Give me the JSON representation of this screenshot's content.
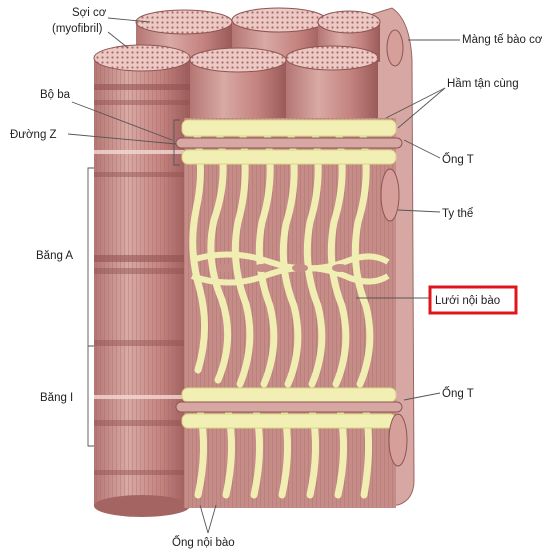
{
  "labels": {
    "soi_co": "Sợi cơ",
    "myofibril": "(myofibril)",
    "mang_te_bao_co": "Màng tế bào cơ",
    "ham_tan_cung": "Hầm tận cùng",
    "bo_ba": "Bộ ba",
    "duong_z": "Đường Z",
    "ong_t_top": "Ống T",
    "ty_the": "Ty thể",
    "bang_a": "Băng A",
    "luoi_noi_bao": "Lưới nội bào",
    "bang_i": "Băng I",
    "ong_t_bottom": "Ống T",
    "ong_noi_bao": "Ống nội bào"
  },
  "colors": {
    "muscle": "#c78f8c",
    "muscle_dark": "#9e5e5e",
    "muscle_light": "#e3bcb6",
    "reticulum": "#f1efb4",
    "reticulum_edge": "#d9d486",
    "highlight": "#e0151b",
    "line": "#555555"
  }
}
